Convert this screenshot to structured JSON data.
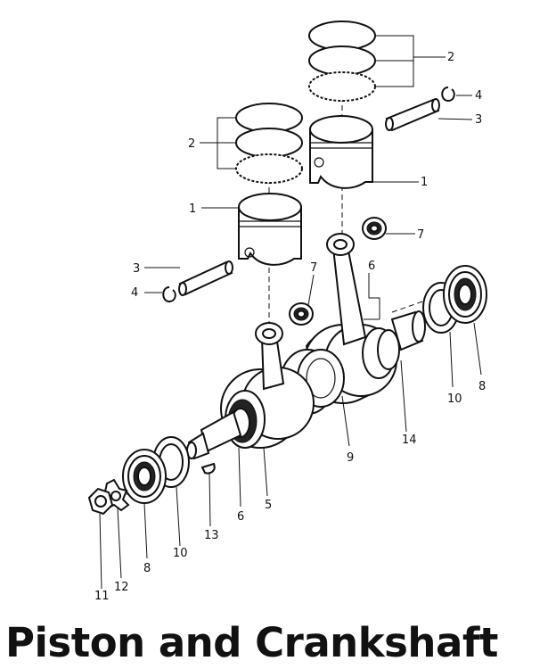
{
  "title": "Piston and Crankshaft",
  "callouts": [
    "1",
    "2",
    "3",
    "4",
    "5",
    "6",
    "7",
    "8",
    "9",
    "10",
    "11",
    "12",
    "13",
    "14"
  ]
}
